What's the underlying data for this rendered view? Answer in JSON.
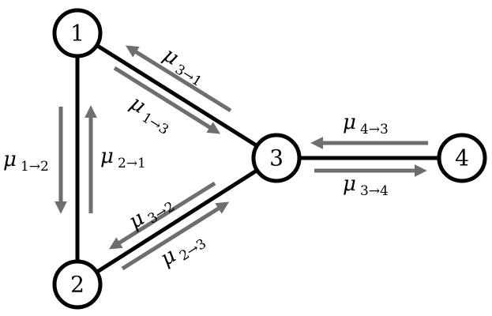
{
  "colors": {
    "edge": "#000000",
    "arrow": "#6e6e6e",
    "node_fill": "#ffffff"
  },
  "nodes": [
    {
      "id": "1",
      "label": "1"
    },
    {
      "id": "2",
      "label": "2"
    },
    {
      "id": "3",
      "label": "3"
    },
    {
      "id": "4",
      "label": "4"
    }
  ],
  "edges": [
    {
      "from": "1",
      "to": "2"
    },
    {
      "from": "1",
      "to": "3"
    },
    {
      "from": "2",
      "to": "3"
    },
    {
      "from": "3",
      "to": "4"
    }
  ],
  "messages": [
    {
      "key": "m12",
      "symbol": "μ",
      "from": "1",
      "to": "2",
      "sub": "1→2"
    },
    {
      "key": "m21",
      "symbol": "μ",
      "from": "2",
      "to": "1",
      "sub": "2→1"
    },
    {
      "key": "m31",
      "symbol": "μ",
      "from": "3",
      "to": "1",
      "sub": "3→1"
    },
    {
      "key": "m13",
      "symbol": "μ",
      "from": "1",
      "to": "3",
      "sub": "1→3"
    },
    {
      "key": "m32",
      "symbol": "μ",
      "from": "3",
      "to": "2",
      "sub": "3→2"
    },
    {
      "key": "m23",
      "symbol": "μ",
      "from": "2",
      "to": "3",
      "sub": "2→3"
    },
    {
      "key": "m43",
      "symbol": "μ",
      "from": "4",
      "to": "3",
      "sub": "4→3"
    },
    {
      "key": "m34",
      "symbol": "μ",
      "from": "3",
      "to": "4",
      "sub": "3→4"
    }
  ]
}
